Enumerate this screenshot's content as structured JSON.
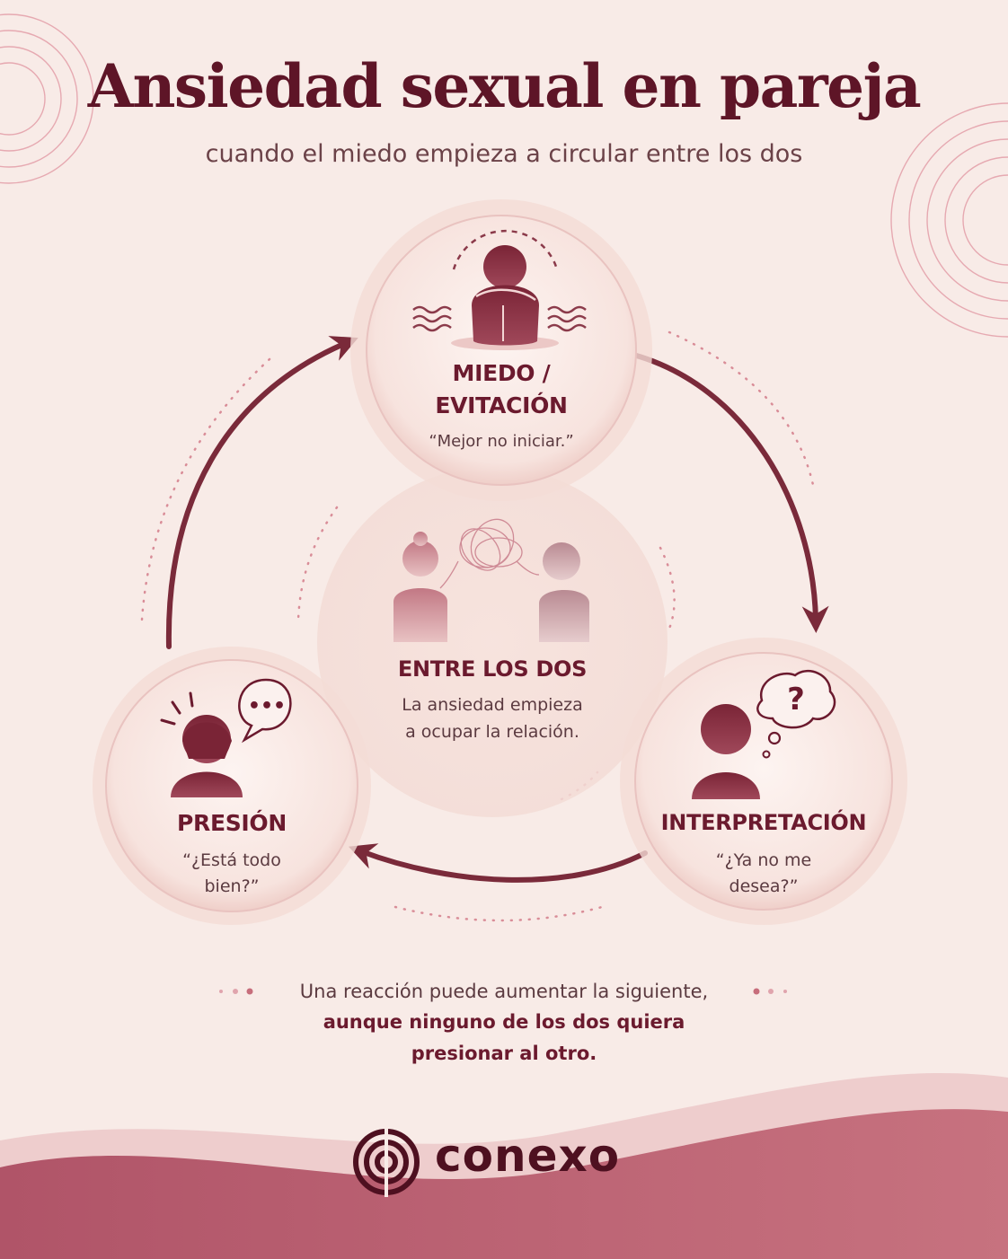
{
  "header": {
    "title": "Ansiedad sexual en pareja",
    "subtitle": "cuando el miedo empieza a circular entre los dos"
  },
  "cycle": {
    "fear": {
      "title_line1": "MIEDO /",
      "title_line2": "EVITACIÓN",
      "quote": "“Mejor no iniciar.”"
    },
    "interpretation": {
      "title": "INTERPRETACIÓN",
      "quote": "“¿Ya no me desea?”",
      "bubble_symbol": "?"
    },
    "pressure": {
      "title": "PRESIÓN",
      "quote": "“¿Está todo bien?”",
      "bubble_symbol": "•••"
    },
    "center": {
      "title": "ENTRE LOS DOS",
      "text_line1": "La ansiedad empieza",
      "text_line2": "a ocupar la relación."
    }
  },
  "note": {
    "line1": "Una reacción puede aumentar la siguiente,",
    "line2": "aunque ninguno de los dos quiera",
    "line3": "presionar al otro."
  },
  "brand": {
    "name": "conexo"
  },
  "colors": {
    "background": "#f8ebe7",
    "primary": "#6b1a2e",
    "arrow": "#7a2a3a",
    "accent_pink": "#c76d7b",
    "wave": "#b85a6b"
  }
}
